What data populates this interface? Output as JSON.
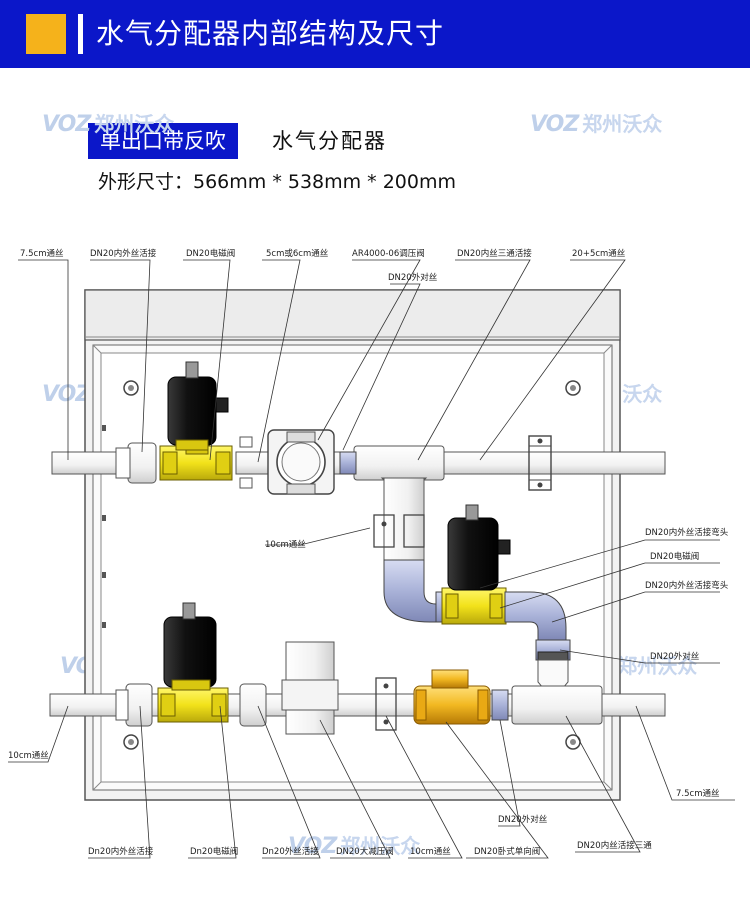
{
  "header": {
    "title": "水气分配器内部结构及尺寸"
  },
  "subtitle": {
    "badge": "单出口带反吹",
    "name": "水气分配器"
  },
  "dimensions": "外形尺寸：566mm * 538mm * 200mm",
  "watermark": {
    "logo": "VOZ",
    "text": "郑州沃众"
  },
  "labels": {
    "t75_left": "7.5cm通丝",
    "dn20_union_top": "DN20内外丝活接",
    "dn20_valve_top": "DN20电磁阀",
    "t56": "5cm或6cm通丝",
    "ar4000": "AR4000-06调压阀",
    "dn20_ext_top": "DN20外对丝",
    "dn20_tee_top": "DN20内丝三通活接",
    "t20_5": "20+5cm通丝",
    "t10_mid": "10cm通丝",
    "dn20_union_elbow1": "DN20内外丝活接弯头",
    "dn20_valve_right": "DN20电磁阀",
    "dn20_union_elbow2": "DN20内外丝活接弯头",
    "dn20_ext_right": "DN20外对丝",
    "t10_left": "10cm通丝",
    "t75_right": "7.5cm通丝",
    "dn20_union_bot": "Dn20内外丝活接",
    "dn20_valve_bot": "Dn20电磁阀",
    "dn20_ext_union_bot": "Dn20外丝活接",
    "dn20_reducer": "DN20大减压阀",
    "t10_bot": "10cm通丝",
    "dn20_check": "DN20卧式单向阀",
    "dn20_ext_bot": "DN20外对丝",
    "dn20_tee_bot": "DN20内丝活接三通"
  },
  "colors": {
    "header_bg": "#0b17c9",
    "accent": "#f5b21b",
    "brass": "#f2e21a",
    "blue_part": "#a9b2d8"
  }
}
